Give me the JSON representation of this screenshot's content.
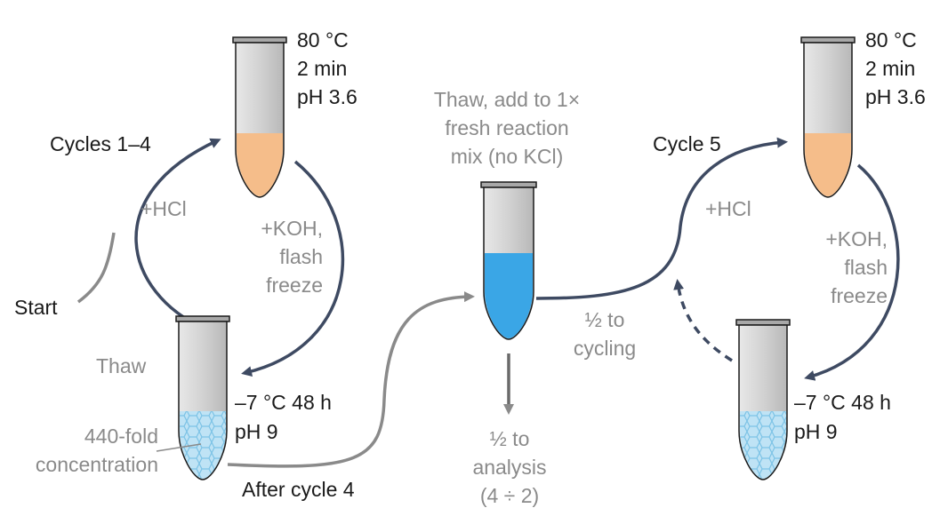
{
  "colors": {
    "arrow_dark": "#3e4a62",
    "arrow_grey": "#8a8a8a",
    "tube_body": "#d4d4d4",
    "tube_outline": "#1a1a1a",
    "heated_liquid": "#f5bd8a",
    "fresh_mix": "#3aa6e6",
    "ice": "#bfe3f5",
    "ice_lines": "#7cc3e6"
  },
  "labels": {
    "start": "Start",
    "cycles_1_4": "Cycles 1–4",
    "hcl_left": "+HCl",
    "koh_left": [
      "+KOH,",
      "flash",
      "freeze"
    ],
    "thaw": "Thaw",
    "fold": [
      "440-fold",
      "concentration"
    ],
    "heat_left": [
      "80 °C",
      "2 min",
      "pH 3.6"
    ],
    "cold_left": [
      "–7 °C 48 h",
      "pH 9"
    ],
    "after_cycle4": "After cycle 4",
    "thaw_add": [
      "Thaw, add to 1×",
      "fresh reaction",
      "mix (no KCl)"
    ],
    "half_analysis": [
      "½ to",
      "analysis",
      "(4 ÷ 2)"
    ],
    "half_cycling": [
      "½ to",
      "cycling"
    ],
    "cycle5": "Cycle 5",
    "hcl_right": "+HCl",
    "koh_right": [
      "+KOH,",
      "flash",
      "freeze"
    ],
    "heat_right": [
      "80 °C",
      "2 min",
      "pH 3.6"
    ],
    "cold_right": [
      "–7 °C 48 h",
      "pH 9"
    ]
  }
}
